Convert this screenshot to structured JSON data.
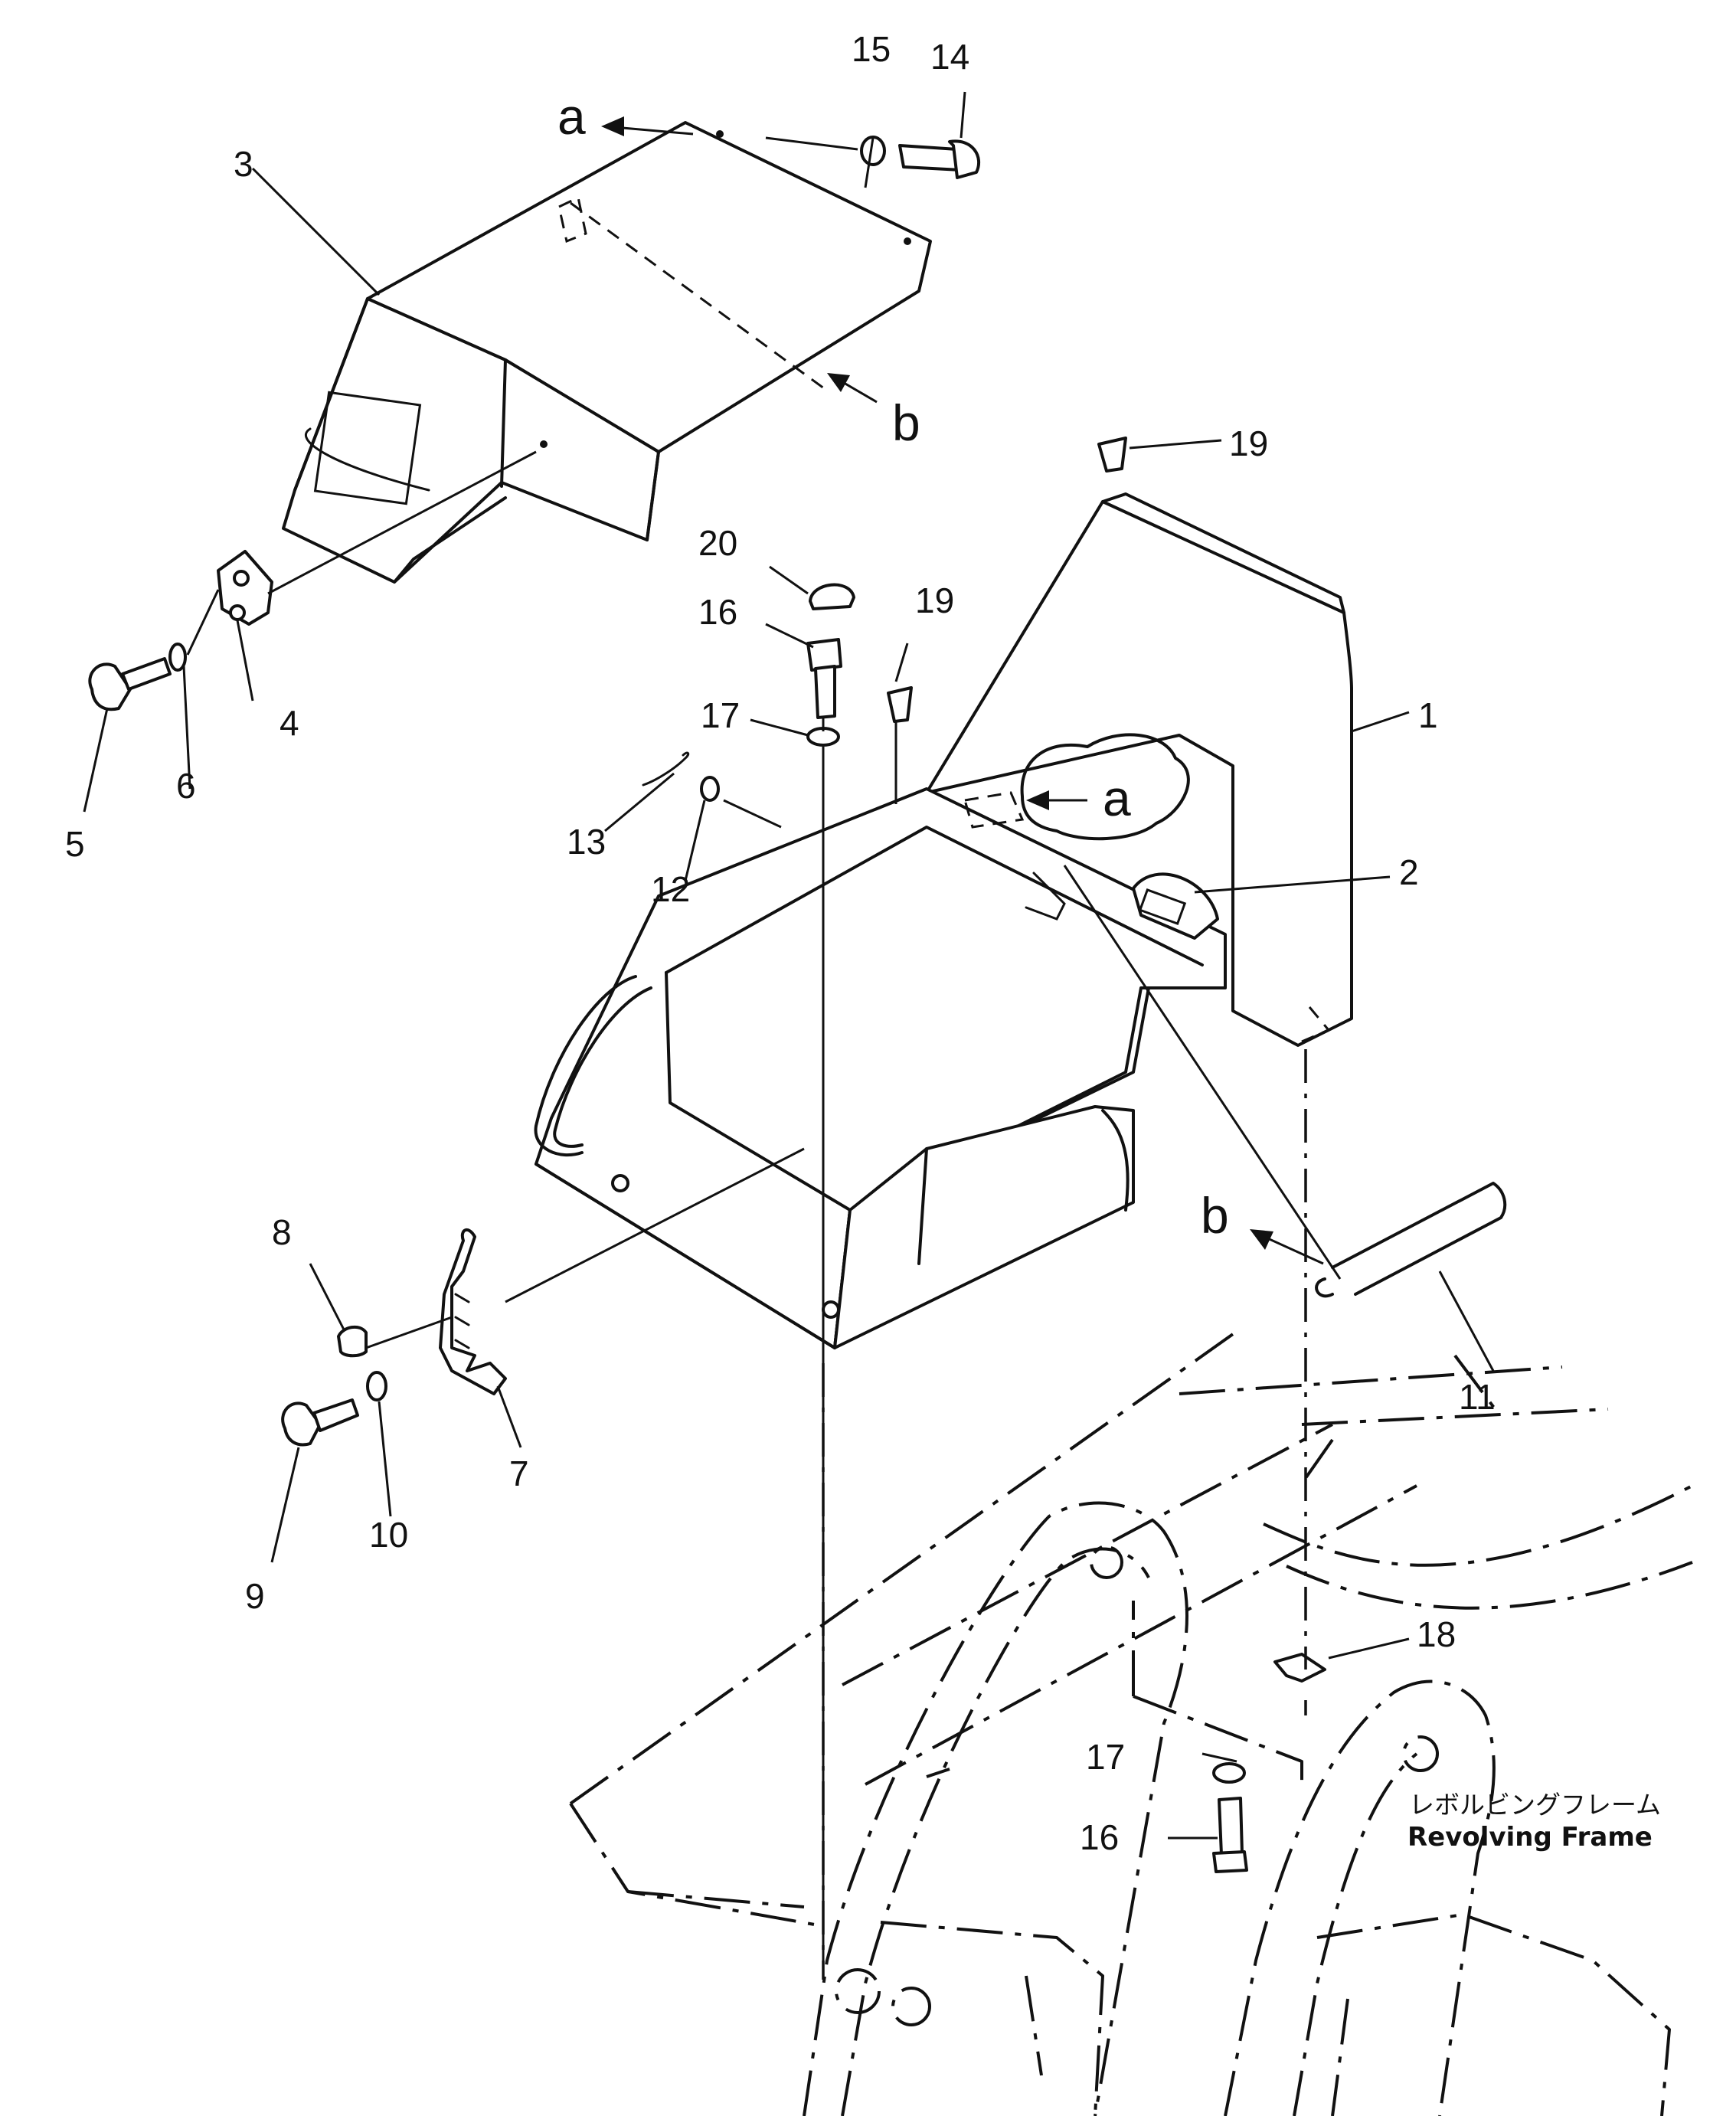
{
  "callouts": {
    "c1": "1",
    "c2": "2",
    "c3": "3",
    "c4": "4",
    "c5": "5",
    "c6": "6",
    "c7": "7",
    "c8": "8",
    "c9": "9",
    "c10": "10",
    "c11": "11",
    "c12": "12",
    "c13": "13",
    "c14": "14",
    "c15": "15",
    "c16_top": "16",
    "c16_bottom": "16",
    "c17_top": "17",
    "c17_bottom": "17",
    "c18": "18",
    "c19_top": "19",
    "c19_mid": "19",
    "c20": "20"
  },
  "references": {
    "a_top": "a",
    "a_inside": "a",
    "b_cover": "b",
    "b_handle": "b"
  },
  "frame_label": {
    "japanese": "レボルビングフレーム",
    "english": "Revolving  Frame"
  }
}
